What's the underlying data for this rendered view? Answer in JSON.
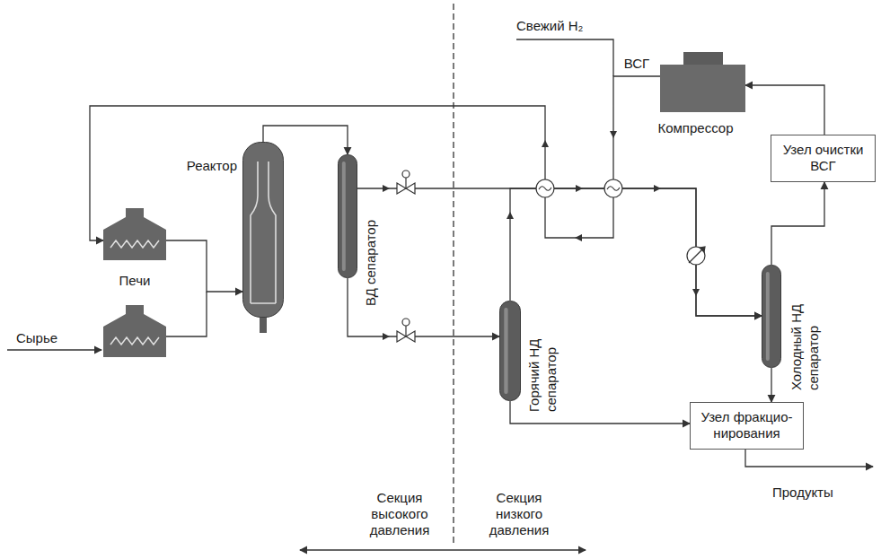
{
  "diagram": {
    "nodes": [
      {
        "text": [
          "Печи"
        ]
      },
      {
        "text": [
          "Реактор"
        ]
      },
      {
        "text": [
          "ВД сепаратор"
        ]
      },
      {
        "text": [
          "Горячий НД сепаратор"
        ]
      },
      {
        "text": [
          "Компрессор"
        ]
      },
      {
        "text": [
          "Узел очистки ВСГ"
        ]
      },
      {
        "text": [
          "Холодный НД сепаратор"
        ]
      },
      {
        "text": [
          "Узел фракцио- нирования"
        ]
      }
    ],
    "edges": [
      {
        "from": 0,
        "to": 1,
        "arrow": "to"
      },
      {
        "from": 1,
        "to": 2,
        "arrow": "to"
      },
      {
        "from": 2,
        "to": 3,
        "arrow": "to"
      },
      {
        "from": 2,
        "to": 6,
        "arrow": "to"
      },
      {
        "from": 3,
        "to": 6,
        "arrow": "to"
      },
      {
        "from": 3,
        "to": 7,
        "arrow": "to"
      },
      {
        "from": 6,
        "to": 7,
        "arrow": "to"
      },
      {
        "from": 6,
        "to": 5,
        "arrow": "to"
      },
      {
        "from": 5,
        "to": 4,
        "arrow": "to"
      },
      {
        "from": 4,
        "to": 0,
        "label": "ВСГ",
        "arrow": "to"
      }
    ],
    "labels": [
      "Свежий H₂",
      "Сырье",
      "Продукты",
      "Секция высокого давления",
      "Секция низкого давления"
    ]
  }
}
